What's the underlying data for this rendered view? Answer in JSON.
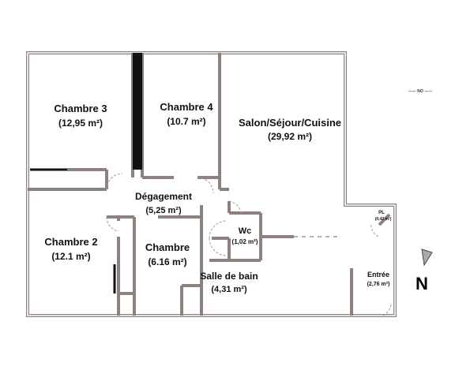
{
  "rooms": [
    {
      "name": "Chambre 3",
      "area": "(12,95 m²)"
    },
    {
      "name": "Chambre 4",
      "area": "(10.7 m²)"
    },
    {
      "name": "Salon/Séjour/Cuisine",
      "area": "(29,92 m²)"
    },
    {
      "name": "Dégagement",
      "area": "(5,25 m²)"
    },
    {
      "name": "Chambre 2",
      "area": "(12.1 m²)"
    },
    {
      "name": "Chambre",
      "area": "(6.16 m²)"
    },
    {
      "name": "Wc",
      "area": "(1,02 m²)"
    },
    {
      "name": "Salle de bain",
      "area": "(4,31 m²)"
    },
    {
      "name": "PL",
      "area": "(0,42 m²)"
    },
    {
      "name": "Entrée",
      "area": "(2,76 m²)"
    }
  ],
  "orientation": {
    "north_label": "N",
    "marker": "------ NO ------"
  },
  "colors": {
    "wall": "#8c817d",
    "beam": "#111111"
  }
}
